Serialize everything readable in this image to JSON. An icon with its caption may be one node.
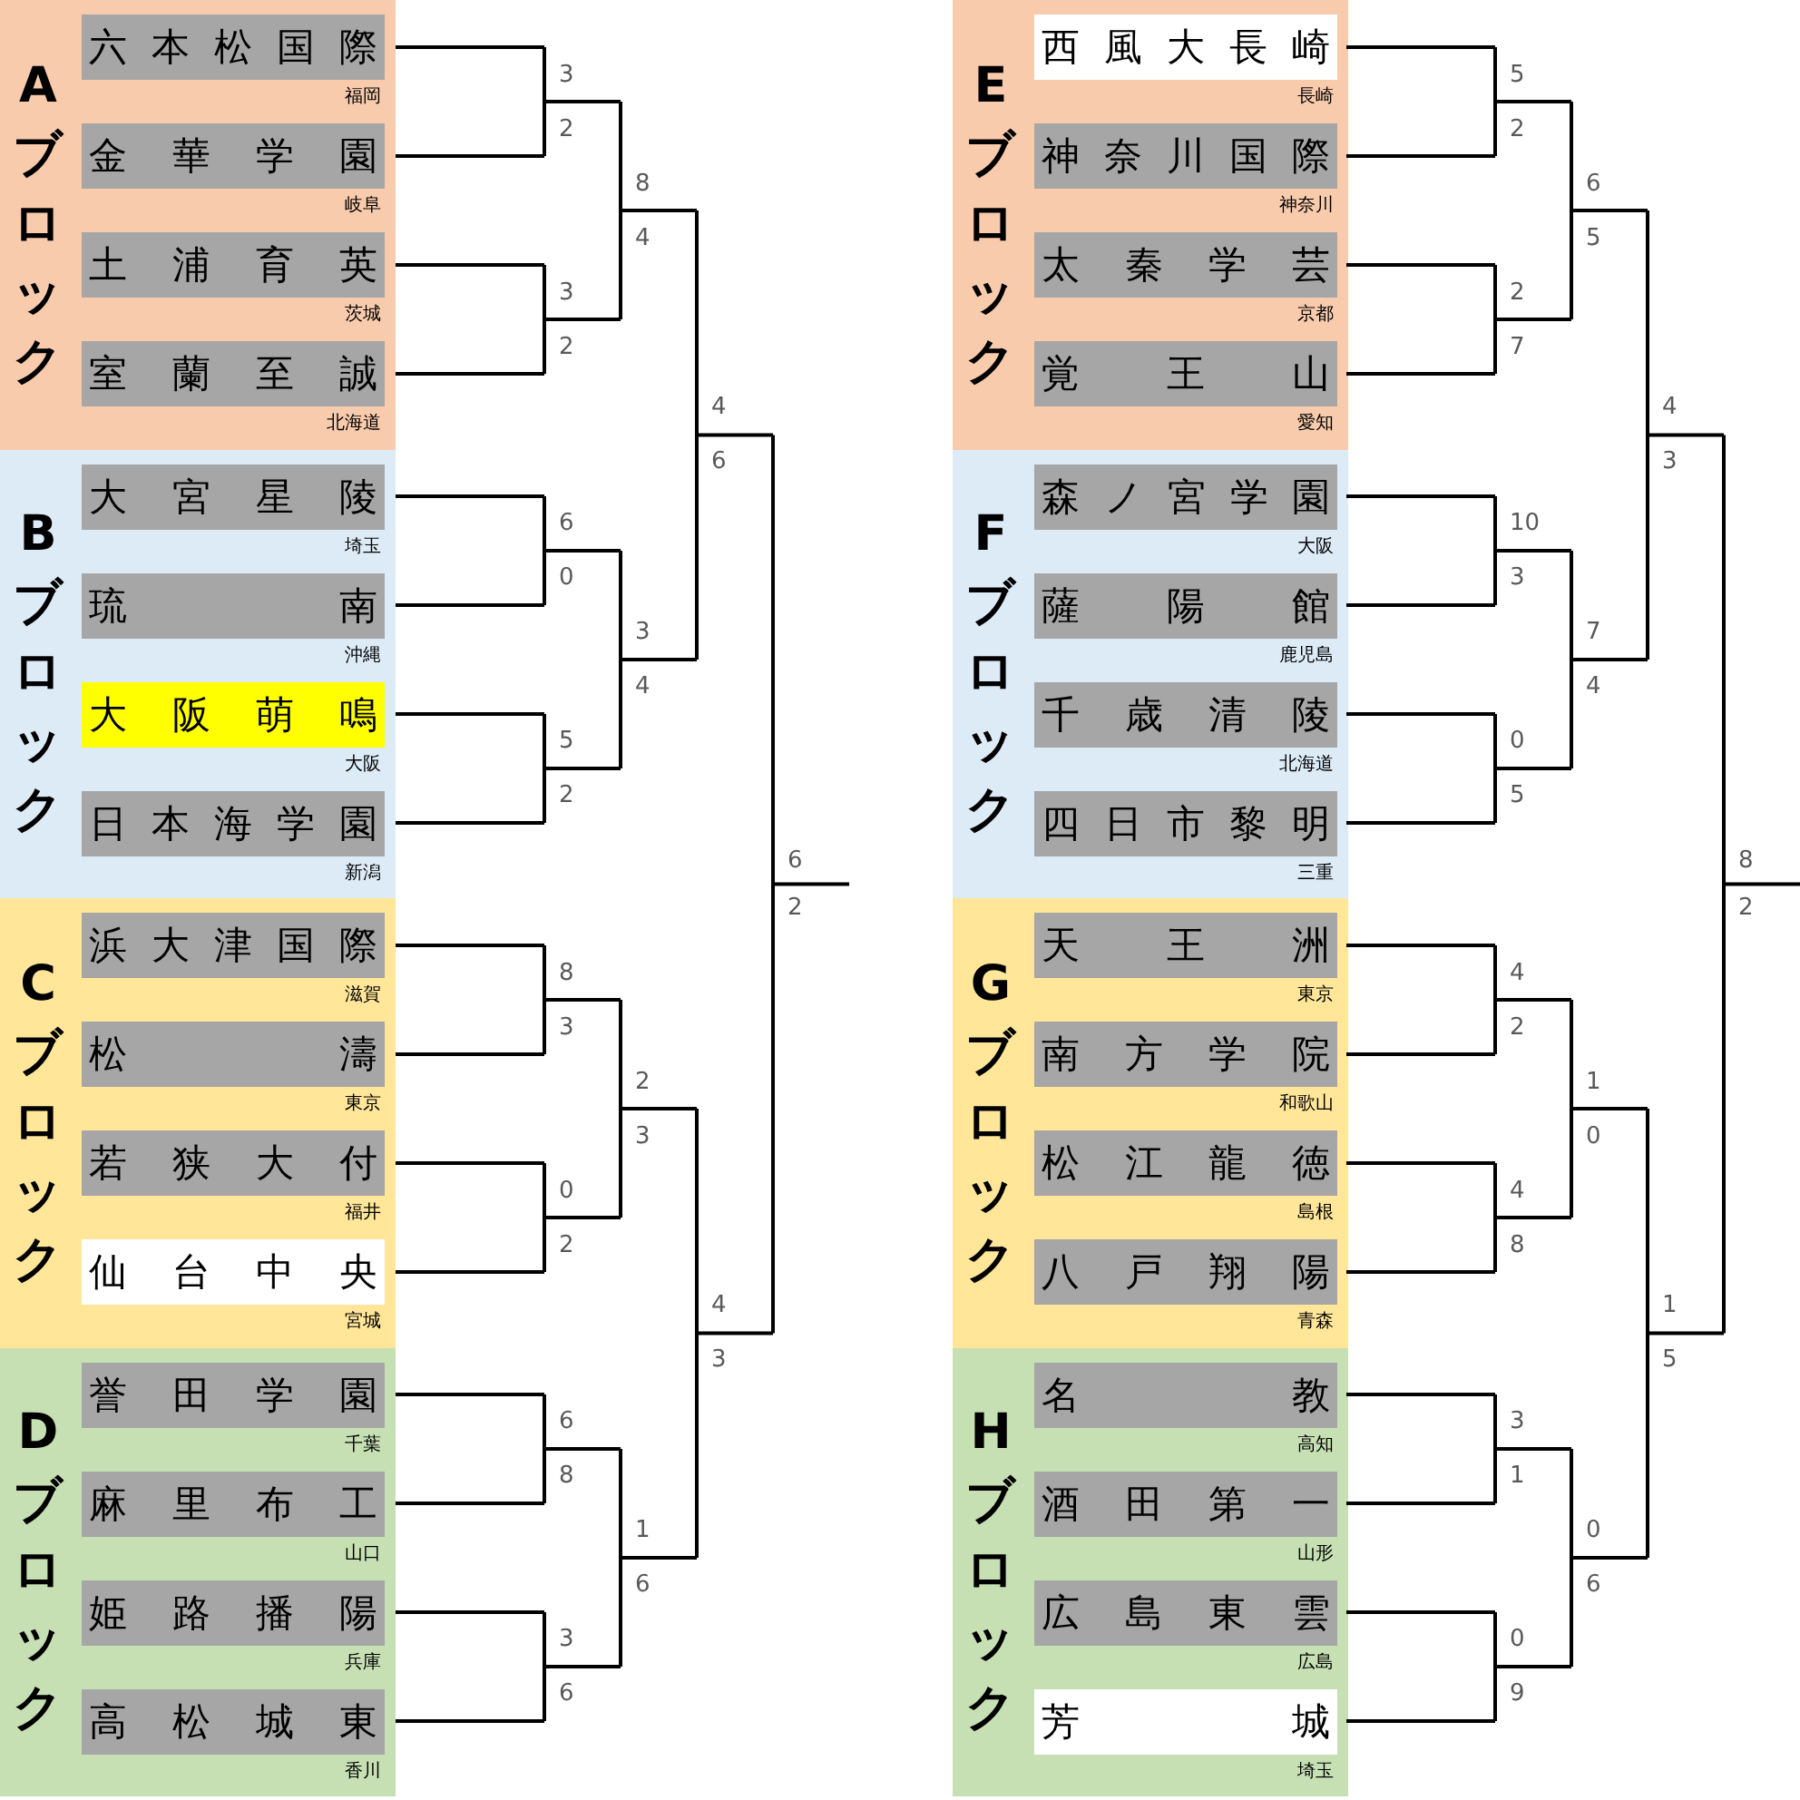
{
  "diagram": {
    "nodes": [
      {
        "text": [
          "Aブロック"
        ]
      },
      {
        "text": [
          "六本松国際"
        ],
        "in": 0,
        "beside": [
          "福岡"
        ]
      },
      {
        "text": [
          "金華学園"
        ],
        "in": 0,
        "beside": [
          "岐阜"
        ]
      },
      {
        "text": [
          "土浦育英"
        ],
        "in": 0,
        "beside": [
          "茨城"
        ]
      },
      {
        "text": [
          "室蘭至誠"
        ],
        "in": 0,
        "beside": [
          "北海道"
        ]
      },
      {
        "text": [
          "Bブロック"
        ]
      },
      {
        "text": [
          "大宮星陵"
        ],
        "in": 5,
        "beside": [
          "埼玉"
        ]
      },
      {
        "text": [
          "琉南"
        ],
        "in": 5,
        "beside": [
          "沖縄"
        ]
      },
      {
        "text": [
          "大阪萌鳴"
        ],
        "in": 5,
        "beside": [
          "大阪"
        ]
      },
      {
        "text": [
          "日本海学園"
        ],
        "in": 5,
        "beside": [
          "新潟"
        ]
      },
      {
        "text": [
          "Cブロック"
        ]
      },
      {
        "text": [
          "浜大津国際"
        ],
        "in": 10,
        "beside": [
          "滋賀"
        ]
      },
      {
        "text": [
          "松濤"
        ],
        "in": 10,
        "beside": [
          "東京"
        ]
      },
      {
        "text": [
          "若狭大付"
        ],
        "in": 10,
        "beside": [
          "福井"
        ]
      },
      {
        "text": [
          "仙台中央"
        ],
        "in": 10,
        "beside": [
          "宮城"
        ]
      },
      {
        "text": [
          "Dブロック"
        ]
      },
      {
        "text": [
          "誉田学園"
        ],
        "in": 15,
        "beside": [
          "千葉"
        ]
      },
      {
        "text": [
          "麻里布工"
        ],
        "in": 15,
        "beside": [
          "山口"
        ]
      },
      {
        "text": [
          "姫路播陽"
        ],
        "in": 15,
        "beside": [
          "兵庫"
        ]
      },
      {
        "text": [
          "高松城東"
        ],
        "in": 15,
        "beside": [
          "香川"
        ]
      },
      {
        "text": [
          "Eブロック"
        ]
      },
      {
        "text": [
          "西風大長崎"
        ],
        "in": 20,
        "beside": [
          "長崎"
        ]
      },
      {
        "text": [
          "神奈川国際"
        ],
        "in": 20,
        "beside": [
          "神奈川"
        ]
      },
      {
        "text": [
          "太秦学芸"
        ],
        "in": 20,
        "beside": [
          "京都"
        ]
      },
      {
        "text": [
          "覚王山"
        ],
        "in": 20,
        "beside": [
          "愛知"
        ]
      },
      {
        "text": [
          "Fブロック"
        ]
      },
      {
        "text": [
          "森ノ宮学園"
        ],
        "in": 25,
        "beside": [
          "大阪"
        ]
      },
      {
        "text": [
          "薩陽館"
        ],
        "in": 25,
        "beside": [
          "鹿児島"
        ]
      },
      {
        "text": [
          "千歳清陵"
        ],
        "in": 25,
        "beside": [
          "北海道"
        ]
      },
      {
        "text": [
          "四日市黎明"
        ],
        "in": 25,
        "beside": [
          "三重"
        ]
      },
      {
        "text": [
          "Gブロック"
        ]
      },
      {
        "text": [
          "天王洲"
        ],
        "in": 30,
        "beside": [
          "東京"
        ]
      },
      {
        "text": [
          "南方学院"
        ],
        "in": 30,
        "beside": [
          "和歌山"
        ]
      },
      {
        "text": [
          "松江龍徳"
        ],
        "in": 30,
        "beside": [
          "島根"
        ]
      },
      {
        "text": [
          "八戸翔陽"
        ],
        "in": 30,
        "beside": [
          "青森"
        ]
      },
      {
        "text": [
          "Hブロック"
        ]
      },
      {
        "text": [
          "名教"
        ],
        "in": 35,
        "beside": [
          "高知"
        ]
      },
      {
        "text": [
          "酒田第一"
        ],
        "in": 35,
        "beside": [
          "山形"
        ]
      },
      {
        "text": [
          "広島東雲"
        ],
        "in": 35,
        "beside": [
          "広島"
        ]
      },
      {
        "text": [
          "芳城"
        ],
        "in": 35,
        "beside": [
          "埼玉"
        ]
      }
    ],
    "labels": [
      "3",
      "2",
      "8",
      "4",
      "3",
      "2",
      "4",
      "6",
      "6",
      "0",
      "3",
      "4",
      "5",
      "2",
      "6",
      "2",
      "8",
      "3",
      "2",
      "3",
      "0",
      "2",
      "4",
      "3",
      "6",
      "8",
      "1",
      "6",
      "3",
      "6",
      "5",
      "2",
      "6",
      "5",
      "2",
      "7",
      "4",
      "3",
      "10",
      "3",
      "7",
      "4",
      "0",
      "5",
      "8",
      "2",
      "4",
      "2",
      "1",
      "0",
      "4",
      "8",
      "1",
      "5",
      "3",
      "1",
      "0",
      "6",
      "0",
      "9"
    ]
  }
}
